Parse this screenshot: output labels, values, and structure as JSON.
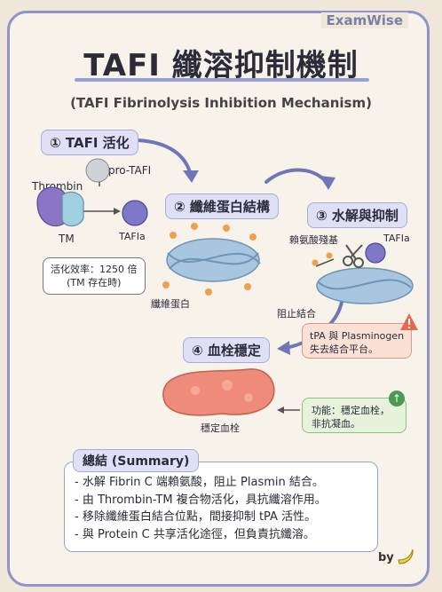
{
  "brand": "ExamWise",
  "title": "TAFI 纖溶抑制機制",
  "subtitle": "(TAFI Fibrinolysis Inhibition Mechanism)",
  "step1": {
    "label": "① TAFI 活化",
    "thrombin": "Thrombin",
    "pro_tafi": "pro-TAFI",
    "tm": "TM",
    "tafia": "TAFIa",
    "efficiency_line1": "活化效率：1250 倍",
    "efficiency_line2": "(TM 存在時)"
  },
  "step2": {
    "label": "② 纖維蛋白結構",
    "fibrin": "纖維蛋白"
  },
  "step3": {
    "label": "③ 水解與抑制",
    "lysine": "賴氨酸殘基",
    "tafia": "TAFIa",
    "blocked": "阻止結合",
    "warning_line1": "tPA 與 Plasminogen",
    "warning_line2": "失去結合平台。"
  },
  "step4": {
    "label": "④ 血栓穩定",
    "clot": "穩定血栓",
    "function_line1": "功能：穩定血栓，",
    "function_line2": "非抗凝血。",
    "function_icon": "↑"
  },
  "summary": {
    "heading": "總結 (Summary)",
    "items": [
      "- 水解 Fibrin C 端賴氨酸，阻止 Plasmin 結合。",
      "- 由 Thrombin-TM 複合物活化，具抗纖溶作用。",
      "- 移除纖維蛋白結合位點，間接抑制 tPA 活性。",
      "- 與 Protein C 共享活化途徑，但負責抗纖溶。"
    ]
  },
  "byline": "by",
  "icons": [
    "warning-icon",
    "up-arrow-icon",
    "banana-icon",
    "scissors-icon"
  ],
  "colors": {
    "accent": "#8e93c8",
    "tag_bg": "#dfe0f5",
    "fiber": "#8fb4d3",
    "clot": "#ee8b7a"
  }
}
